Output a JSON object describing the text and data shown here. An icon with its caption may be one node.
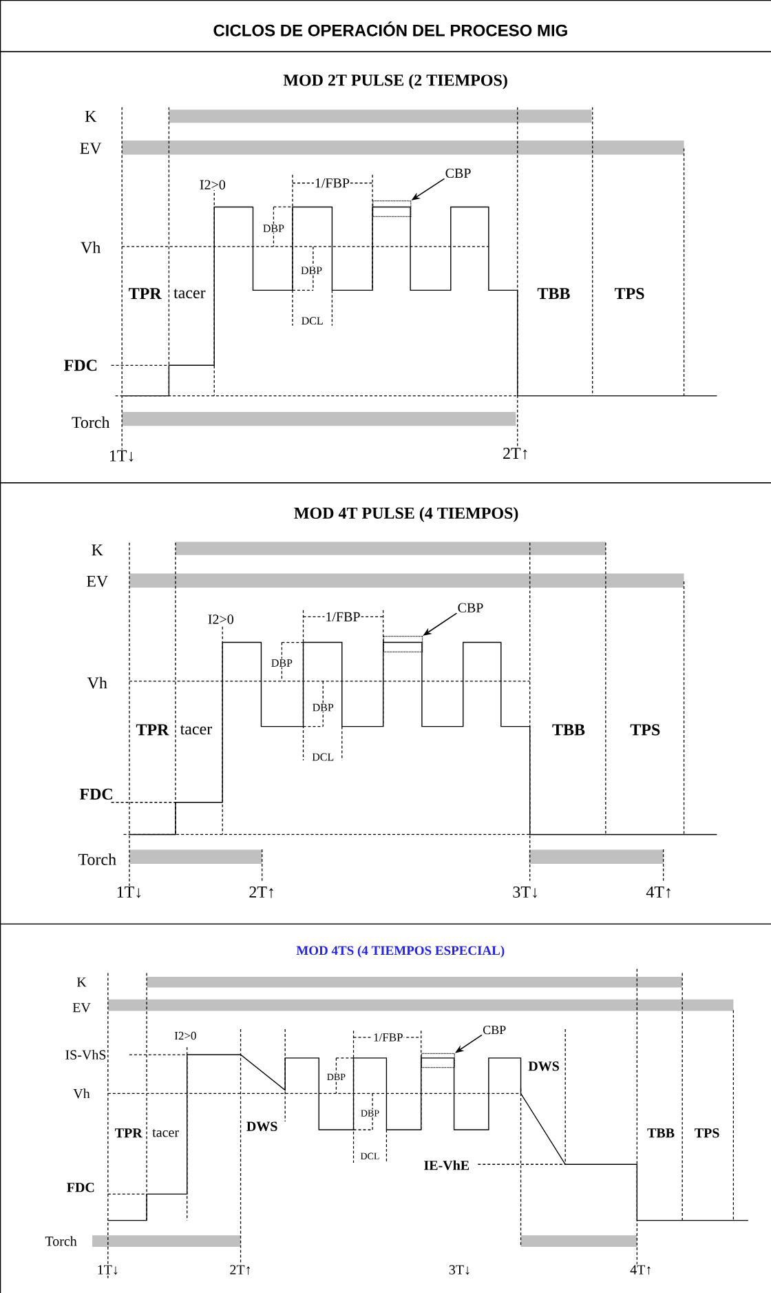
{
  "diagram": {
    "nodes": [
      {
        "text": [
          "CICLOS DE OPERACIÓN DEL PROCESO MIG"
        ]
      },
      {
        "text": [
          "MOD 2T PULSE (2 TIEMPOS)"
        ]
      },
      {
        "text": [
          "CBP"
        ],
        "in": 1
      },
      {
        "text": [],
        "shape": "box",
        "in": 1
      },
      {
        "text": [
          "MOD 4T PULSE (4 TIEMPOS)"
        ]
      },
      {
        "text": [
          "CBP"
        ],
        "in": 4
      },
      {
        "text": [],
        "shape": "box",
        "in": 4
      },
      {
        "text": [
          "MOD 4TS (4 TIEMPOS ESPECIAL)"
        ]
      },
      {
        "text": [
          "CBP"
        ],
        "in": 7
      },
      {
        "text": [],
        "shape": "box",
        "in": 7
      }
    ],
    "edges": [
      {
        "from": 2,
        "to": 3,
        "arrow": "to"
      },
      {
        "from": 5,
        "to": 6,
        "arrow": "to"
      },
      {
        "from": 8,
        "to": 9,
        "arrow": "to"
      }
    ],
    "labels": [
      "K",
      "EV",
      "I2>0",
      "1/FBP",
      "DBP",
      "Vh",
      "DBP",
      "TPR",
      "tacer",
      "TBB",
      "TPS",
      "DCL",
      "FDC",
      "Torch",
      "1T↓",
      "2T↑",
      "K",
      "EV",
      "I2>0",
      "1/FBP",
      "DBP",
      "Vh",
      "DBP",
      "TPR",
      "tacer",
      "TBB",
      "TPS",
      "DCL",
      "FDC",
      "Torch",
      "1T↓",
      "2T↑",
      "3T↓",
      "4T↑",
      "K",
      "EV",
      "I2>0",
      "1/FBP",
      "IS-VhS",
      "DWS",
      "DBP",
      "Vh",
      "DBP",
      "DWS",
      "TPR",
      "tacer",
      "TBB",
      "TPS",
      "DCL",
      "IE-VhE",
      "FDC",
      "Torch",
      "1T↓",
      "2T↑",
      "3T↓",
      "4T↑"
    ]
  }
}
